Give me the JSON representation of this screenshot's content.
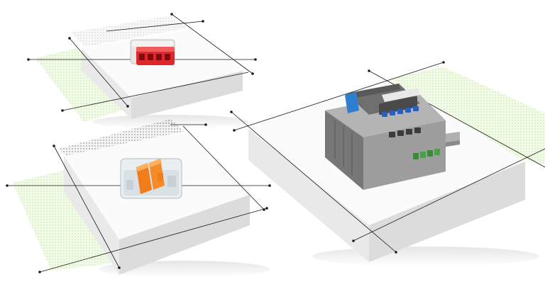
{
  "scene": {
    "background": "#ffffff",
    "platform_top_color": "#fbfbfb",
    "platform_side_color": "#e9e9e9",
    "platform_front_color": "#dcdcdc",
    "accent_green": "#b9e58c",
    "line_color": "#1a1a1a",
    "products": [
      {
        "name": "red-push-wire-connector",
        "color": "#e0262a"
      },
      {
        "name": "orange-lever-connector",
        "color": "#f07d1a"
      },
      {
        "name": "din-rail-terminal-block",
        "color": "#8f8f8f",
        "markers": [
          "#2a5fbf",
          "#3a8a3a",
          "#2f7fd0"
        ]
      }
    ]
  }
}
